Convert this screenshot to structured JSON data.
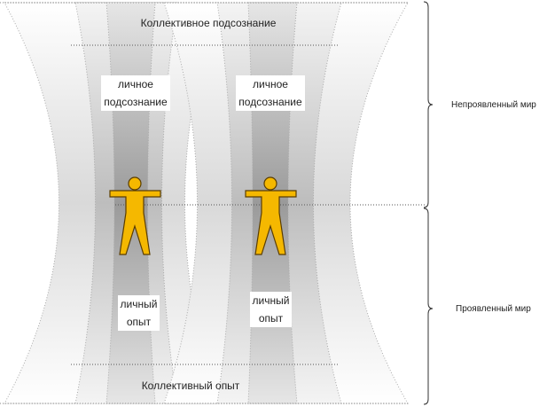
{
  "diagram": {
    "top_label": "Коллективное подсознание",
    "bottom_label": "Коллективный опыт",
    "left_figure": {
      "upper_label_line1": "личное",
      "upper_label_line2": "подсознание",
      "lower_label_line1": "личный",
      "lower_label_line2": "опыт"
    },
    "right_figure": {
      "upper_label_line1": "личное",
      "upper_label_line2": "подсознание",
      "lower_label_line1": "личный",
      "lower_label_line2": "опыт"
    },
    "brackets": {
      "upper": "Непроявленный мир",
      "lower": "Проявленный мир"
    },
    "colors": {
      "figure_fill": "#F5B800",
      "figure_stroke": "#5a3d00",
      "band_outer": "#efefef",
      "band_middle": "#d0d0d0",
      "band_inner": "#a8a8a8"
    }
  }
}
